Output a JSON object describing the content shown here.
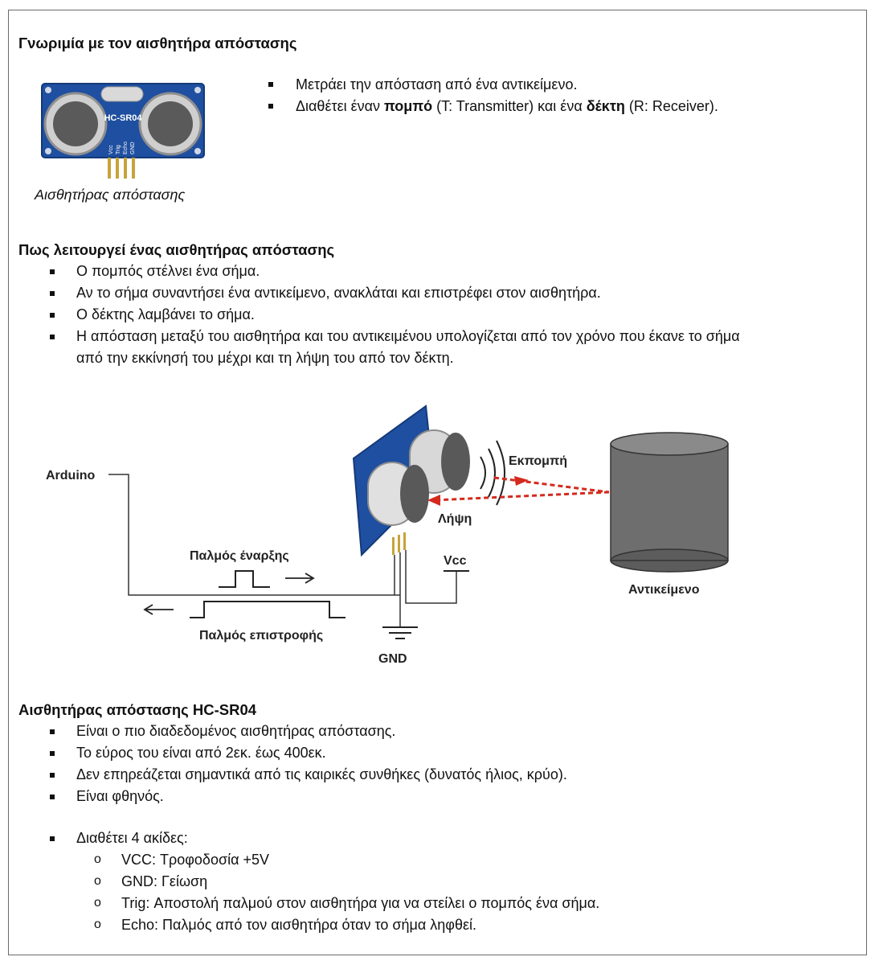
{
  "section1": {
    "heading": "Γνωριμία με τον αισθητήρα απόστασης",
    "image_caption": "Αισθητήρας απόστασης",
    "sensor_board_text": "HC-SR04",
    "pin_labels": [
      "Vcc",
      "Trig",
      "Echo",
      "GND"
    ],
    "bullet1": "Μετράει την απόσταση από ένα αντικείμενο.",
    "bullet2_pre": "Διαθέτει έναν ",
    "bullet2_b1": "πομπό",
    "bullet2_mid": " (T: Transmitter) και ένα ",
    "bullet2_b2": "δέκτη",
    "bullet2_post": " (R: Receiver)."
  },
  "section2": {
    "heading": "Πως λειτουργεί ένας αισθητήρας απόστασης",
    "bullets": [
      "Ο πομπός στέλνει ένα σήμα.",
      "Αν το σήμα συναντήσει ένα αντικείμενο, ανακλάται και επιστρέφει στον αισθητήρα.",
      "Ο δέκτης λαμβάνει το σήμα."
    ],
    "bullet4_line1": "Η απόσταση μεταξύ του αισθητήρα και του αντικειμένου υπολογίζεται από τον χρόνο που έκανε το σήμα",
    "bullet4_line2": "από την εκκίνησή του μέχρι και τη λήψη του από τον δέκτη."
  },
  "diagram": {
    "arduino": "Arduino",
    "start_pulse": "Παλμός έναρξης",
    "return_pulse": "Παλμός επιστροφής",
    "vcc": "Vcc",
    "gnd": "GND",
    "emission": "Εκπομπή",
    "reception": "Λήψη",
    "object": "Αντικείμενο"
  },
  "section3": {
    "heading": "Αισθητήρας απόστασης HC-SR04",
    "bullets": [
      "Είναι ο πιο διαδεδομένος αισθητήρας απόστασης.",
      "Το εύρος του είναι από 2εκ. έως 400εκ.",
      "Δεν επηρεάζεται σημαντικά από τις καιρικές συνθήκες (δυνατός ήλιος, κρύο).",
      "Είναι φθηνός."
    ],
    "pins_intro": "Διαθέτει 4 ακίδες:",
    "pins": [
      "VCC: Τροφοδοσία +5V",
      "GND: Γείωση",
      "Trig: Αποστολή παλμού στον αισθητήρα για να στείλει ο πομπός ένα σήμα.",
      "Echo: Παλμός από τον αισθητήρα όταν το σήμα ληφθεί."
    ]
  },
  "colors": {
    "board_blue": "#1f4fa0",
    "signal_red": "#d42a1e",
    "object_gray": "#6e6e6e"
  },
  "icons": [
    "square-bullet-icon",
    "circle-bullet-icon",
    "arrow-right-icon",
    "arrow-left-icon",
    "ground-icon"
  ]
}
